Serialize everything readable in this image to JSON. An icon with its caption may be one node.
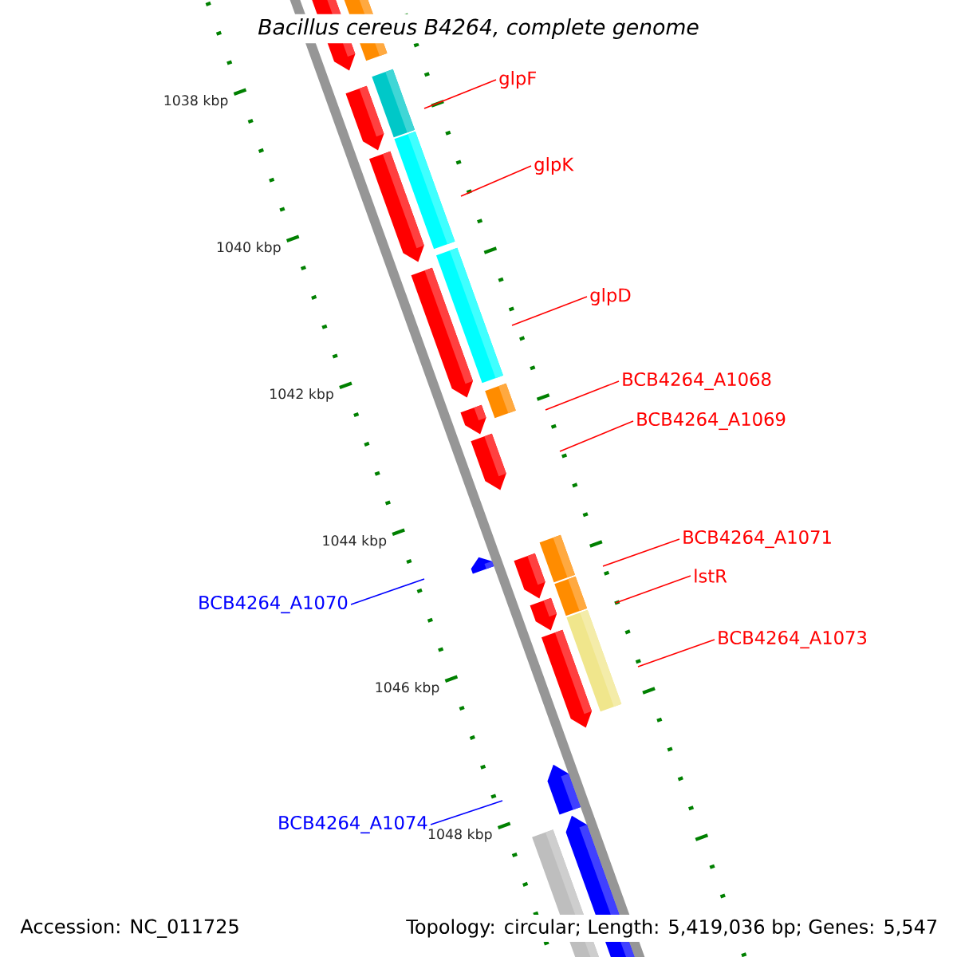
{
  "diagram": {
    "title": "Bacillus cereus B4264, complete genome",
    "nodes": [
      {
        "text": [
          "glpF"
        ]
      },
      {
        "text": [
          "glpK"
        ]
      },
      {
        "text": [
          "glpD"
        ]
      },
      {
        "text": [
          "BCB4264_A1068"
        ]
      },
      {
        "text": [
          "BCB4264_A1069"
        ]
      },
      {
        "text": [
          "BCB4264_A1071"
        ]
      },
      {
        "text": [
          "lstR"
        ]
      },
      {
        "text": [
          "BCB4264_A1073"
        ]
      },
      {
        "text": [
          "BCB4264_A1070"
        ]
      },
      {
        "text": [
          "BCB4264_A1074"
        ]
      }
    ],
    "edges": [
      {
        "from": 0,
        "to": null,
        "arrow": "none"
      },
      {
        "from": 1,
        "to": null,
        "arrow": "none"
      },
      {
        "from": 2,
        "to": null,
        "arrow": "none"
      },
      {
        "from": 3,
        "to": null,
        "arrow": "none"
      },
      {
        "from": 4,
        "to": null,
        "arrow": "none"
      },
      {
        "from": 5,
        "to": null,
        "arrow": "none"
      },
      {
        "from": 6,
        "to": null,
        "arrow": "none"
      },
      {
        "from": 7,
        "to": null,
        "arrow": "none"
      },
      {
        "from": 8,
        "to": null,
        "arrow": "none",
        "color": "#0000ff"
      },
      {
        "from": 9,
        "to": null,
        "arrow": "none",
        "color": "#0000ff"
      }
    ],
    "labels": [
      "1038 kbp",
      "1040 kbp",
      "1042 kbp",
      "1044 kbp",
      "1046 kbp",
      "1048 kbp",
      "Accession: NC_011725",
      "Topology: circular; Length: 5,419,036 bp; Genes: 5,547"
    ]
  }
}
